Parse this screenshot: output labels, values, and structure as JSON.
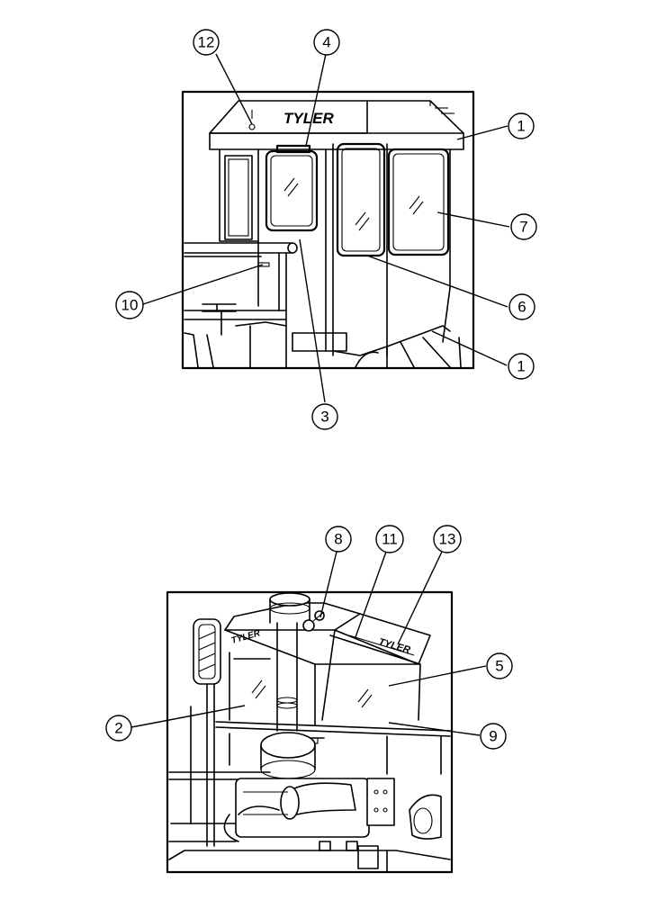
{
  "figure_top": {
    "brand": "TYLER",
    "callouts": [
      {
        "id": "c12",
        "label": "12"
      },
      {
        "id": "c4",
        "label": "4"
      },
      {
        "id": "c1a",
        "label": "1"
      },
      {
        "id": "c7",
        "label": "7"
      },
      {
        "id": "c10",
        "label": "10"
      },
      {
        "id": "c6",
        "label": "6"
      },
      {
        "id": "c1b",
        "label": "1"
      },
      {
        "id": "c3",
        "label": "3"
      }
    ]
  },
  "figure_bottom": {
    "brand": "TYLER",
    "callouts": [
      {
        "id": "c8",
        "label": "8"
      },
      {
        "id": "c11",
        "label": "11"
      },
      {
        "id": "c13",
        "label": "13"
      },
      {
        "id": "c5",
        "label": "5"
      },
      {
        "id": "c2",
        "label": "2"
      },
      {
        "id": "c9",
        "label": "9"
      }
    ]
  }
}
